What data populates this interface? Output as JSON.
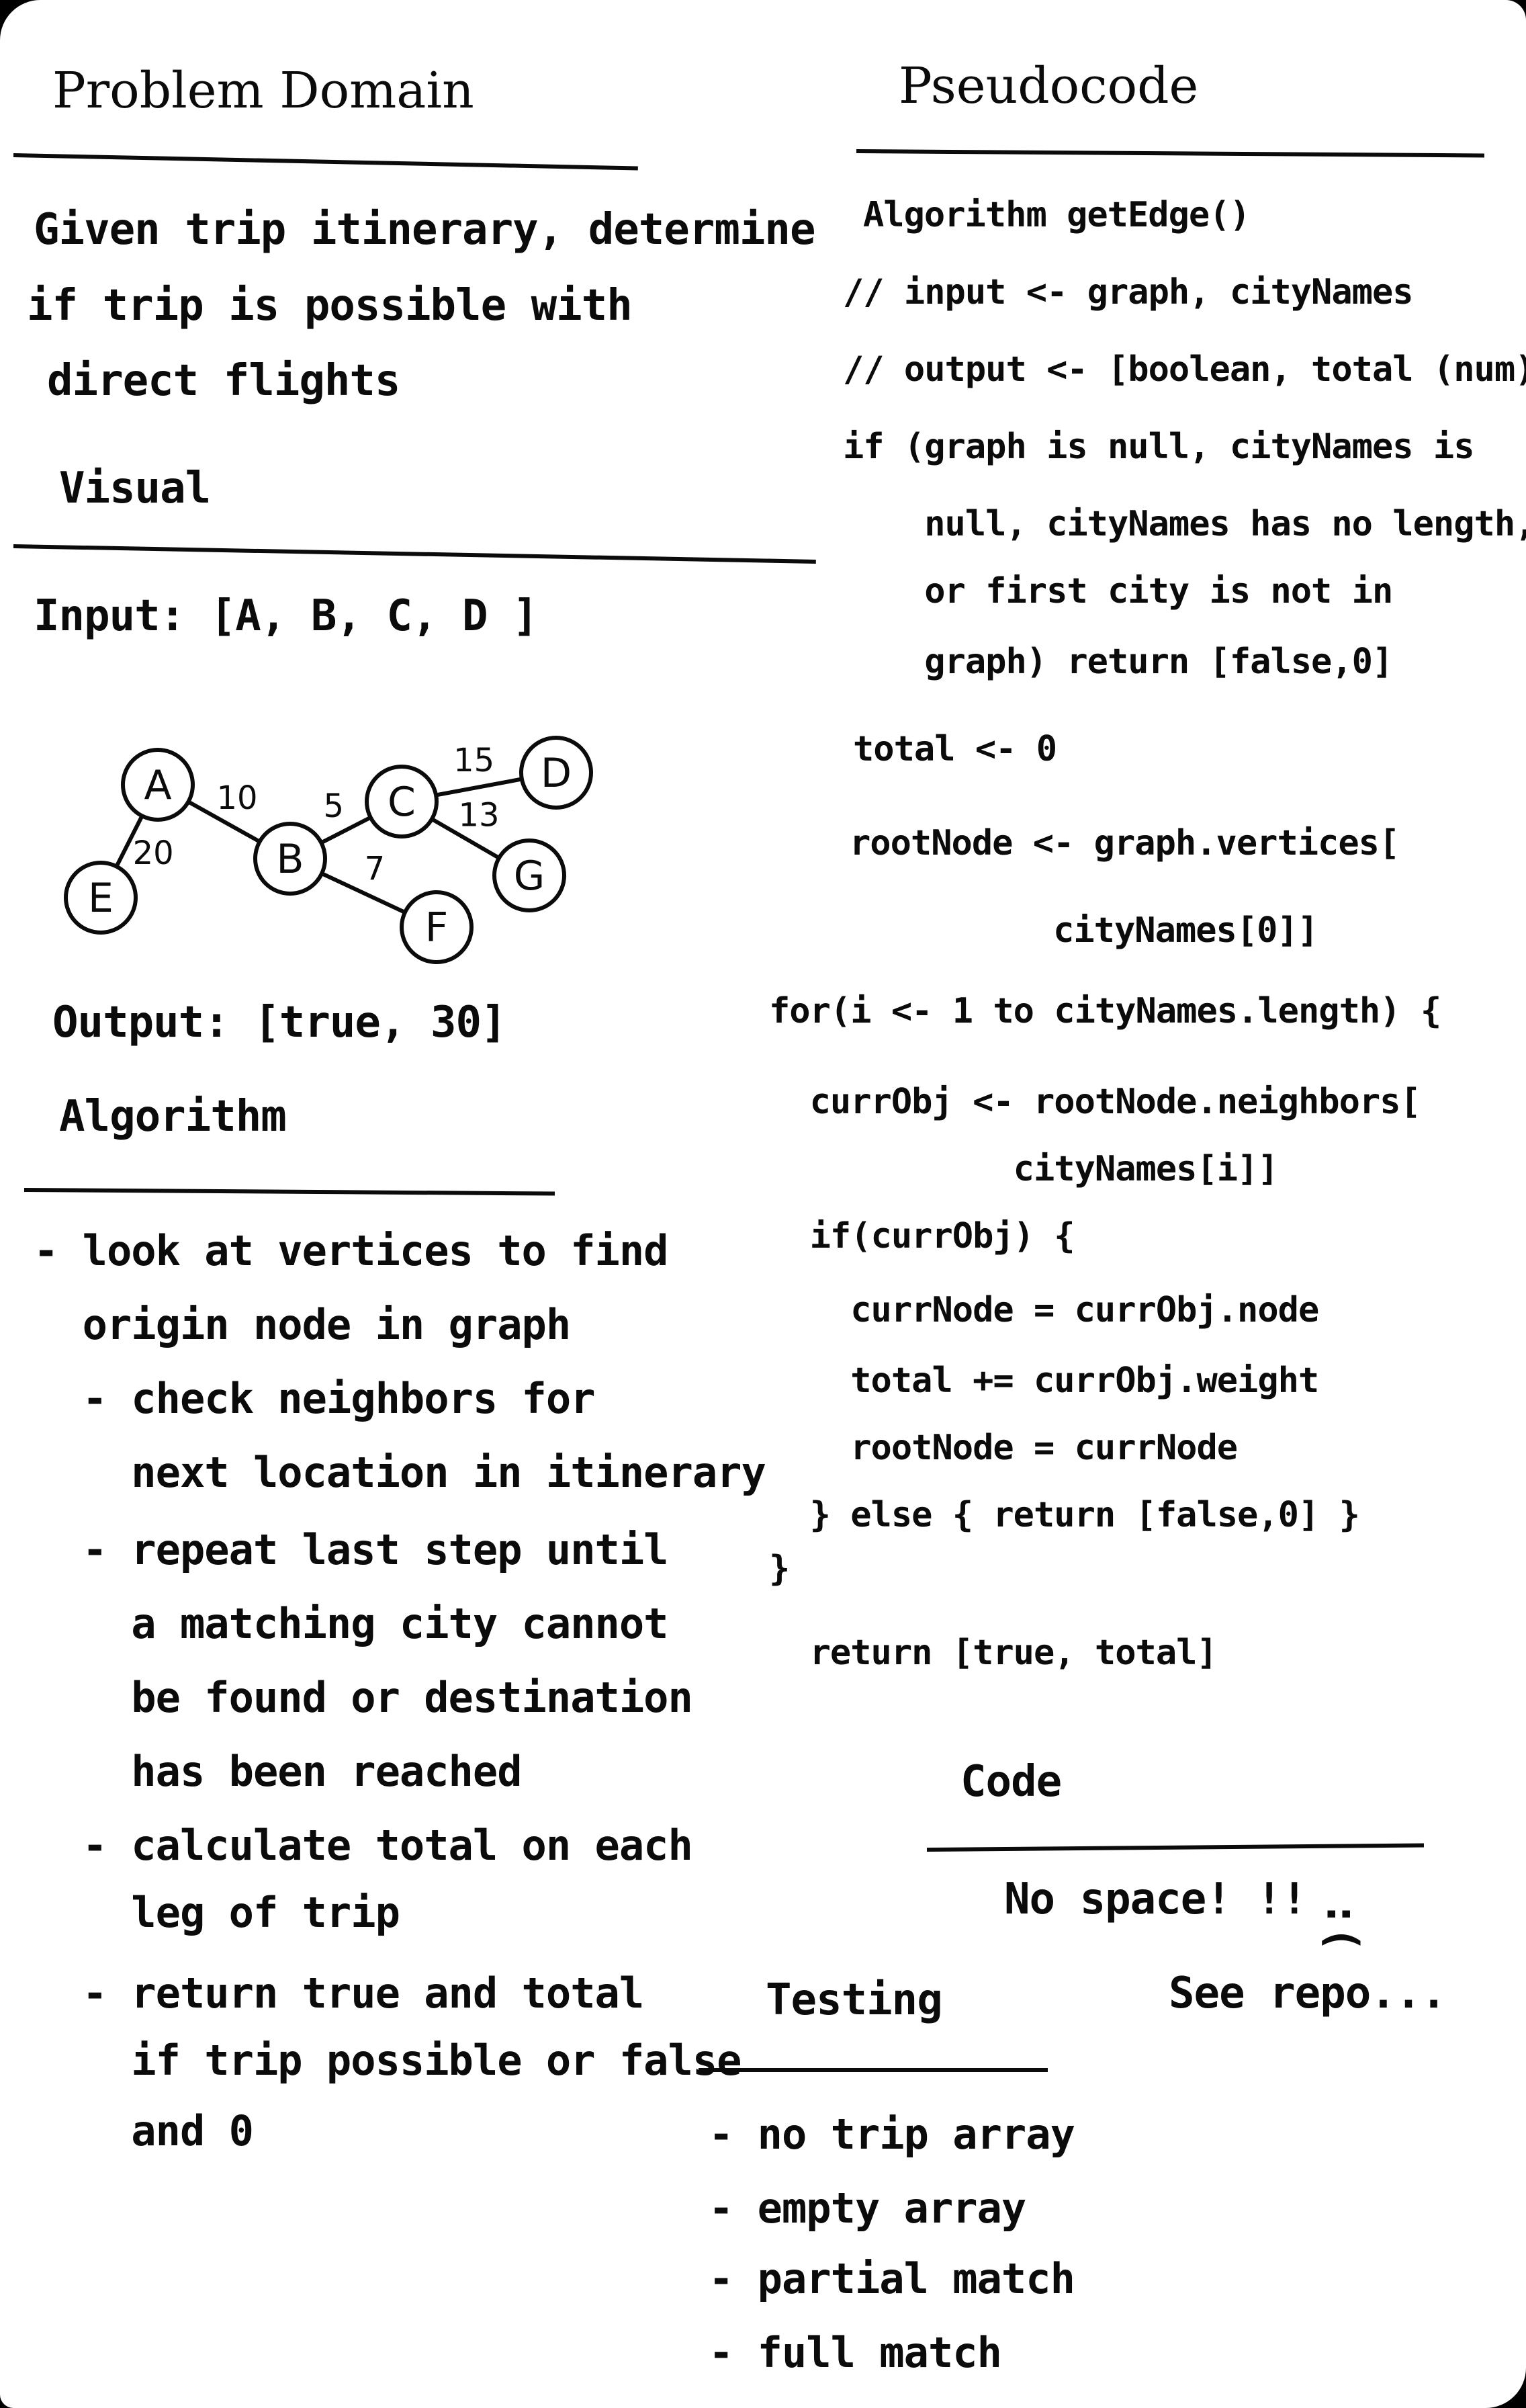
{
  "left": {
    "problem_domain": {
      "heading": "Problem Domain",
      "lines": [
        "Given trip itinerary, determine",
        "if trip is possible with",
        "direct flights"
      ]
    },
    "visual": {
      "heading": "Visual",
      "input": "Input: [A, B, C, D ]",
      "graph": {
        "nodes": [
          "A",
          "B",
          "C",
          "D",
          "E",
          "F",
          "G"
        ],
        "edges": [
          {
            "from": "A",
            "to": "E",
            "weight": "20"
          },
          {
            "from": "A",
            "to": "B",
            "weight": "10"
          },
          {
            "from": "B",
            "to": "C",
            "weight": "5"
          },
          {
            "from": "C",
            "to": "D",
            "weight": "15"
          },
          {
            "from": "C",
            "to": "G",
            "weight": "13"
          },
          {
            "from": "B",
            "to": "F",
            "weight": "7"
          }
        ]
      },
      "output": "Output: [true, 30]"
    },
    "algorithm": {
      "heading": "Algorithm",
      "lines": [
        "- look at vertices to find",
        "  origin node in graph",
        "  - check neighbors for",
        "    next location in itinerary",
        "  - repeat last step until",
        "    a matching city cannot",
        "    be found or destination",
        "    has been reached",
        "  - calculate total on each",
        "    leg of trip",
        "  - return true and total",
        "    if trip possible or false",
        "    and 0"
      ]
    }
  },
  "right": {
    "pseudocode": {
      "heading": "Pseudocode",
      "lines": [
        "Algorithm getEdge()",
        "// input <- graph, cityNames",
        "// output <- [boolean, total (num)]",
        "if (graph is null, cityNames is",
        "    null, cityNames has no length,",
        "    or first city is not in",
        "    graph) return [false,0]",
        "total <- 0",
        "rootNode <- graph.vertices[",
        "          cityNames[0]]",
        "for(i <- 1 to cityNames.length) {",
        "  currObj <- rootNode.neighbors[",
        "            cityNames[i]]",
        "  if(currObj) {",
        "    currNode = currObj.node",
        "    total += currObj.weight",
        "    rootNode = currNode",
        "  } else { return [false,0] }",
        "}",
        "  return [true, total]"
      ]
    },
    "code": {
      "heading": "Code",
      "note": "No space! !!",
      "face": ":(",
      "see": "See repo..."
    },
    "testing": {
      "heading": "Testing",
      "lines": [
        "- no trip array",
        "- empty array",
        "- partial match",
        "- full match"
      ]
    }
  }
}
